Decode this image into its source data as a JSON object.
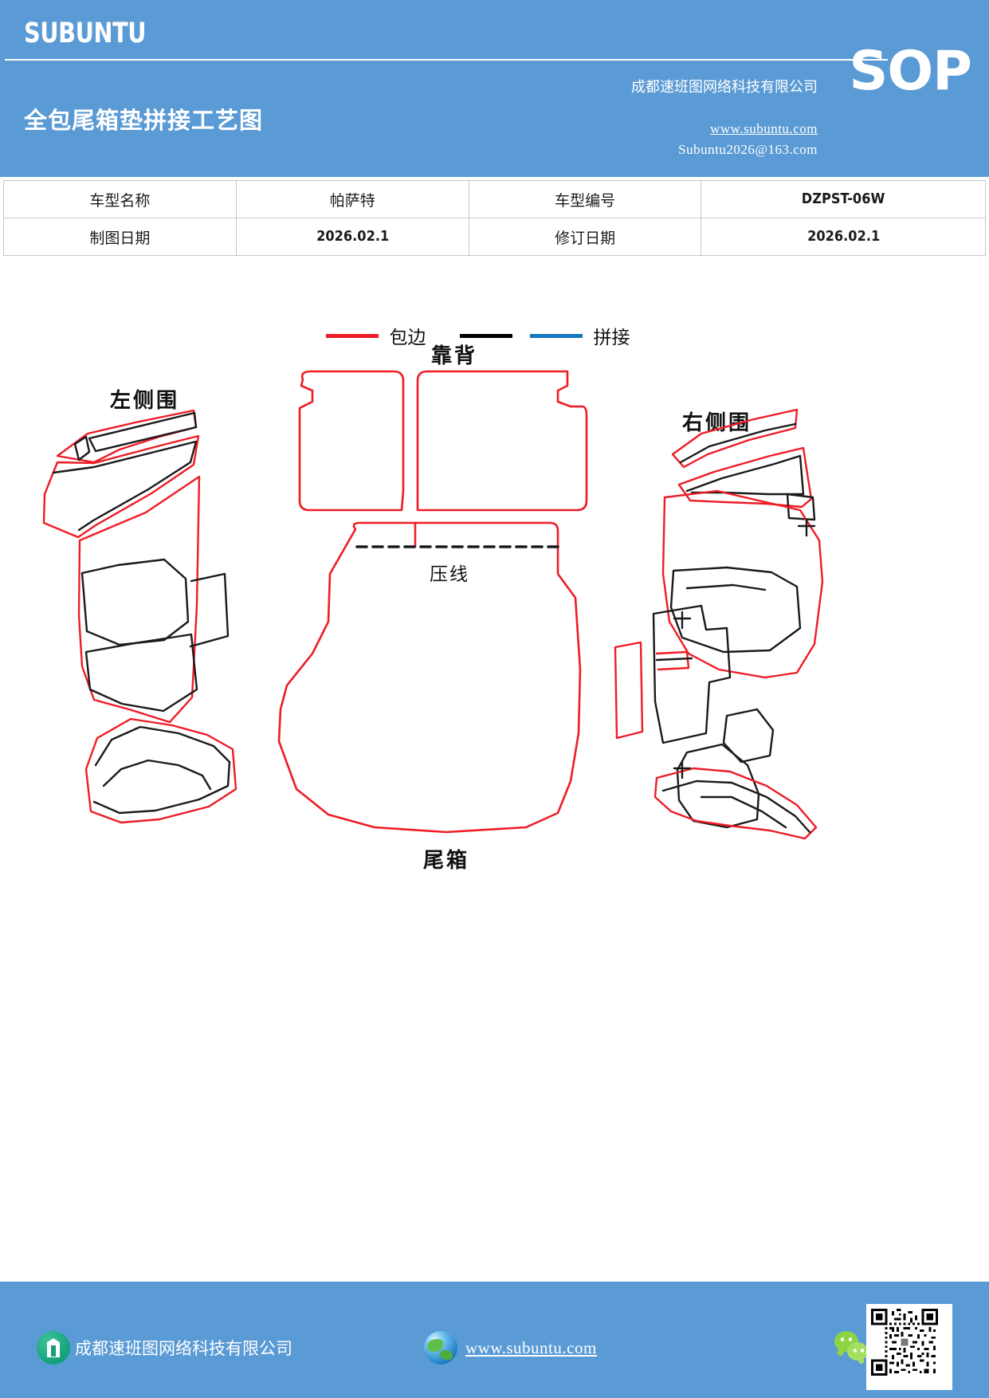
{
  "header": {
    "brand": "SUBUNTU",
    "doc_title": "全包尾箱垫拼接工艺图",
    "company_cn": "成都速班图网络科技有限公司",
    "website": "www.subuntu.com",
    "email": "Subuntu2026@163.com",
    "sop_badge": "SOP",
    "bg_color": "#5b9bd5"
  },
  "info_table": {
    "rows": [
      {
        "label1": "车型名称",
        "value1": "帕萨特",
        "label2": "车型编号",
        "value2": "DZPST-06W"
      },
      {
        "label1": "制图日期",
        "value1": "2026.02.1",
        "label2": "修订日期",
        "value2": "2026.02.1"
      }
    ]
  },
  "legend": {
    "items": [
      {
        "label": "包边",
        "color": "#ee1c25"
      },
      {
        "label": "拼接",
        "color": "#000000",
        "color2": "#1577c0"
      }
    ]
  },
  "drawing": {
    "labels": {
      "left_panel": "左侧围",
      "backrest": "靠背",
      "right_panel": "右侧围",
      "crease": "压线",
      "trunk": "尾箱"
    },
    "colors": {
      "edge_binding": "#ee1c25",
      "seam": "#1a1a1a",
      "splice": "#1577c0"
    }
  },
  "footer": {
    "company_cn": "成都速班图网络科技有限公司",
    "website": "www.subuntu.com",
    "bg_color": "#5b9bd5",
    "icons": {
      "building": "building-icon",
      "globe": "globe-icon",
      "wechat": "wechat-icon",
      "qr": "qr-code"
    }
  }
}
